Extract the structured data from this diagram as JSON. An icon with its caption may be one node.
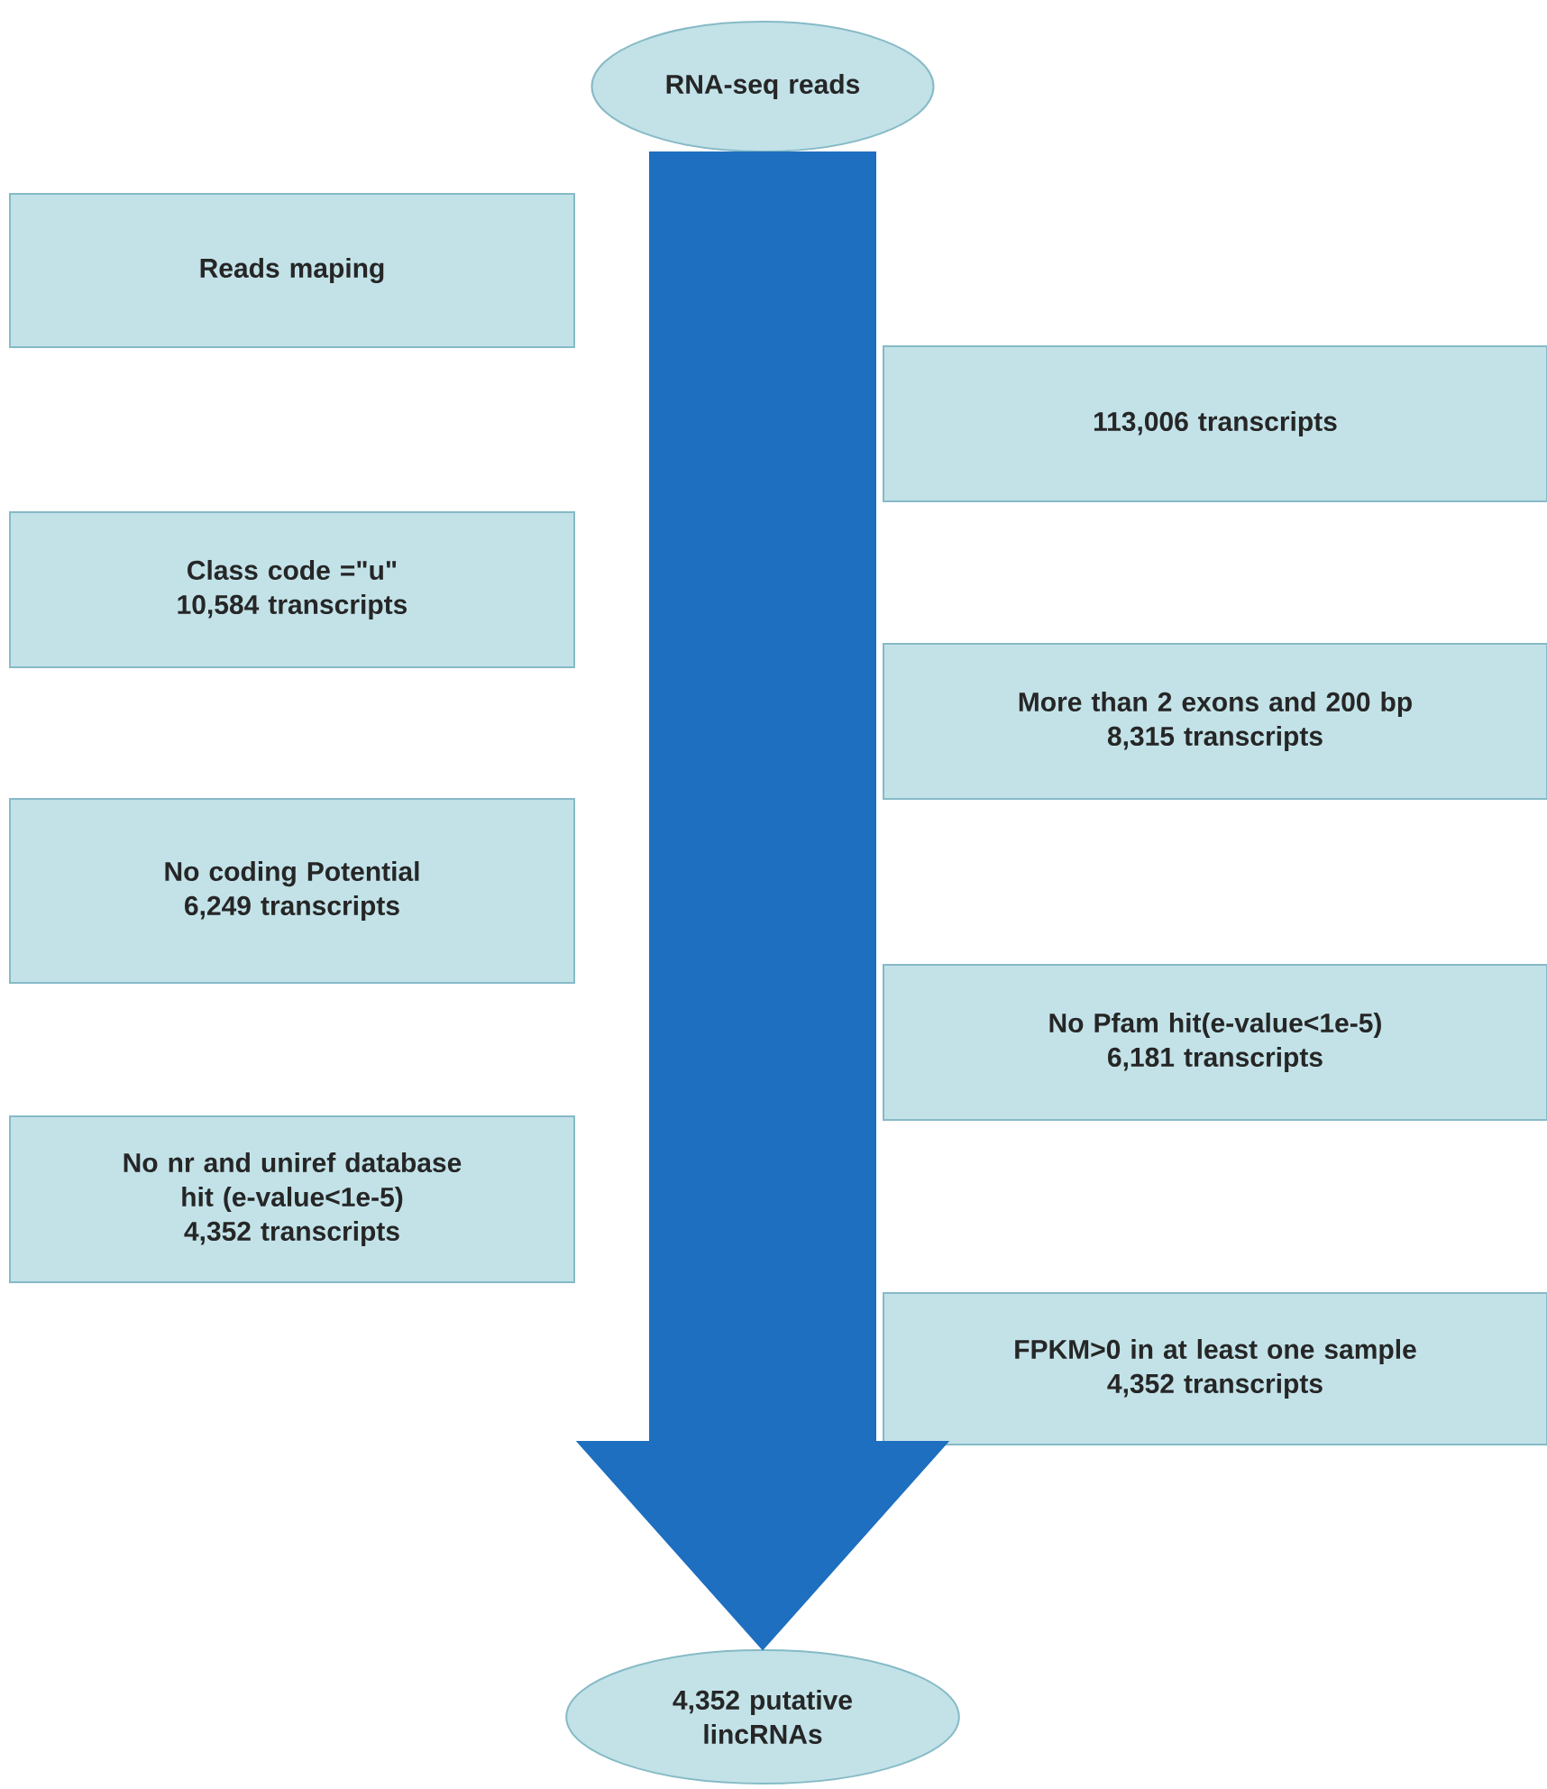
{
  "diagram": {
    "nodes": [
      {
        "text": [
          "RNA-seq reads"
        ]
      },
      {
        "text": [
          "Reads maping"
        ]
      },
      {
        "text": [
          "113,006 transcripts"
        ]
      },
      {
        "text": [
          "Class code =\"u\"",
          "10,584 transcripts"
        ]
      },
      {
        "text": [
          "More than 2 exons and 200 bp",
          "8,315 transcripts"
        ]
      },
      {
        "text": [
          "No coding Potential",
          "6,249 transcripts"
        ]
      },
      {
        "text": [
          "No Pfam hit(e-value<1e-5)",
          "6,181 transcripts"
        ]
      },
      {
        "text": [
          "No nr and uniref database hit (e-value<1e-5)",
          "4,352 transcripts"
        ]
      },
      {
        "text": [
          "FPKM>0 in at least one sample",
          "4,352 transcripts"
        ]
      },
      {
        "text": [
          "4,352 putative lincRNAs"
        ]
      }
    ],
    "edges": [
      {
        "from": 0,
        "to": 9,
        "arrow": "to",
        "style": "thick"
      }
    ]
  }
}
